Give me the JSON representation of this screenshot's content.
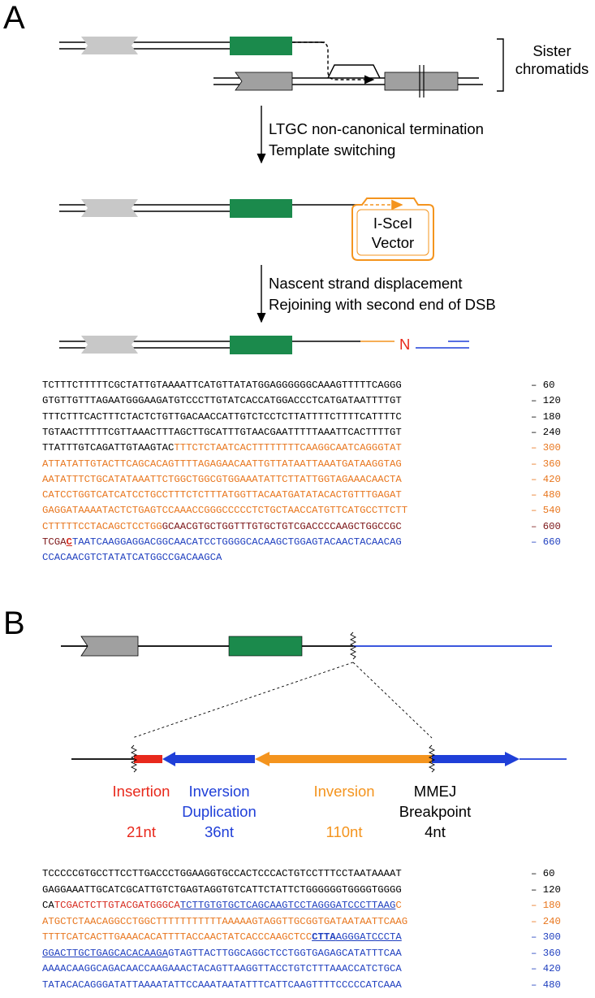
{
  "colors": {
    "green": "#1b8a4c",
    "gray_light": "#c8c8c8",
    "gray_mid": "#a0a0a0",
    "orange": "#f4941e",
    "blue": "#1f3fd8",
    "red": "#e8291c",
    "maroon": "#7b1416"
  },
  "panelA": {
    "letter": "A",
    "sister_label": [
      "Sister",
      "chromatids"
    ],
    "step1": [
      "LTGC non-canonical termination",
      "Template switching"
    ],
    "vector_label": [
      "I-SceI",
      "Vector"
    ],
    "step2": [
      "Nascent strand displacement",
      "Rejoining with second end of DSB"
    ],
    "n_label": "N",
    "sequence": [
      {
        "num": "– 60",
        "num_color": "k",
        "segments": [
          {
            "t": "TCTTTCTTTTTCGCTATTGTAAAATTCATGTTATATGGAGGGGGGCAAAGTTTTTCAGGG",
            "c": "k"
          }
        ]
      },
      {
        "num": "– 120",
        "num_color": "k",
        "segments": [
          {
            "t": "GTGTTGTTTAGAATGGGAAGATGTCCCTTGTATCACCATGGACCCTCATGATAATTTTGT",
            "c": "k"
          }
        ]
      },
      {
        "num": "– 180",
        "num_color": "k",
        "segments": [
          {
            "t": "TTTCTTTCACTTTCTACTCTGTTGACAACCATTGTCTCCTCTTATTTTCTTTTCATTTTC",
            "c": "k"
          }
        ]
      },
      {
        "num": "– 240",
        "num_color": "k",
        "segments": [
          {
            "t": "TGTAACTTTTTCGTTAAACTTTAGCTTGCATTTGTAACGAATTTTTAAATTCACTTTTGT",
            "c": "k"
          }
        ]
      },
      {
        "num": "– 300",
        "num_color": "o",
        "segments": [
          {
            "t": "TTATTTGTCAGATTGTAAGTAC",
            "c": "k"
          },
          {
            "t": "TTTCTCTAATCACTTTTTTTTCAAGGCAATCAGGGTAT",
            "c": "o"
          }
        ]
      },
      {
        "num": "– 360",
        "num_color": "o",
        "segments": [
          {
            "t": "ATTATATTGTACTTCAGCACAGTTTTAGAGAACAATTGTTATAATTAAATGATAAGGTAG",
            "c": "o"
          }
        ]
      },
      {
        "num": "– 420",
        "num_color": "o",
        "segments": [
          {
            "t": "AATATTTCTGCATATAAATTCTGGCTGGCGTGGAAATATTCTTATTGGTAGAAACAACTA",
            "c": "o"
          }
        ]
      },
      {
        "num": "– 480",
        "num_color": "o",
        "segments": [
          {
            "t": "CATCCTGGTCATCATCCTGCCTTTCTCTTTATGGTTACAATGATATACACTGTTTGAGAT",
            "c": "o"
          }
        ]
      },
      {
        "num": "– 540",
        "num_color": "o",
        "segments": [
          {
            "t": "GAGGATAAAATACTCTGAGTCCAAACCGGGCCCCCTCTGCTAACCATGTTCATGCCTTCTT",
            "c": "o"
          }
        ]
      },
      {
        "num": "– 600",
        "num_color": "m",
        "segments": [
          {
            "t": "CTTTTTCCTACAGCTCCTGG",
            "c": "o"
          },
          {
            "t": "GCAACGTGCTGGTTTGTGCTGTCGACCCCAAGCTGGCCGC",
            "c": "m"
          }
        ]
      },
      {
        "num": "– 660",
        "num_color": "b",
        "segments": [
          {
            "t": "TCGA",
            "c": "m"
          },
          {
            "t": "C",
            "c": "r bu"
          },
          {
            "t": "TAATCAAGGAGGACGGCAACATCCTGGGGCACAAGCTGGAGTACAACTACAACAG",
            "c": "b"
          }
        ]
      },
      {
        "num": "",
        "num_color": "b",
        "segments": [
          {
            "t": "CCACAACGTCTATATCATGGCCGACAAGCA",
            "c": "b"
          }
        ]
      }
    ]
  },
  "panelB": {
    "letter": "B",
    "labels": {
      "insertion": "Insertion",
      "inv_dup": [
        "Inversion",
        "Duplication"
      ],
      "inversion": "Inversion",
      "mmej": [
        "MMEJ",
        "Breakpoint"
      ],
      "len_ins": "21nt",
      "len_dup": "36nt",
      "len_inv": "110nt",
      "len_mmej": "4nt"
    },
    "sequence": [
      {
        "num": "– 60",
        "num_color": "k",
        "segments": [
          {
            "t": "TCCCCCGTGCCTTCCTTGACCCTGGAAGGTGCCACTCCCACTGTCCTTTCCTAATAAAAT",
            "c": "k"
          }
        ]
      },
      {
        "num": "– 120",
        "num_color": "k",
        "segments": [
          {
            "t": "GAGGAAATTGCATCGCATTGTCTGAGTAGGTGTCATTCTATTCTGGGGGGTGGGGTGGGG",
            "c": "k"
          }
        ]
      },
      {
        "num": "– 180",
        "num_color": "o",
        "segments": [
          {
            "t": "CA",
            "c": "k"
          },
          {
            "t": "TCGACTCTTGTACGATGGGCA",
            "c": "r"
          },
          {
            "t": "TCTTGTGTGCTCAGCAAGTCCTAGGGATCCCTTAAG",
            "c": "b u"
          },
          {
            "t": "C",
            "c": "o"
          }
        ]
      },
      {
        "num": "– 240",
        "num_color": "o",
        "segments": [
          {
            "t": "ATGCTCTAACAGGCCTGGCTTTTTTTTTTTAAAAAGTAGGTTGCGGTGATAATAATTCAAG",
            "c": "o"
          }
        ]
      },
      {
        "num": "– 300",
        "num_color": "b",
        "segments": [
          {
            "t": "TTTTCATCACTTGAAACACATTTTACCAACTATCACCCAAGCTCC",
            "c": "o"
          },
          {
            "t": "CTTA",
            "c": "b bu"
          },
          {
            "t": "AGGGATCCCTA",
            "c": "b u"
          }
        ]
      },
      {
        "num": "– 360",
        "num_color": "b",
        "segments": [
          {
            "t": "GGACTTGCTGAGCACACAAGA",
            "c": "b u"
          },
          {
            "t": "GTAGTTACTTGGCAGGCTCCTGGTGAGAGCATATTTCAA",
            "c": "b"
          }
        ]
      },
      {
        "num": "– 420",
        "num_color": "b",
        "segments": [
          {
            "t": "AAAACAAGGCAGACAACCAAGAAACTACAGTTAAGGTTACCTGTCTTTAAACCATCTGCA",
            "c": "b"
          }
        ]
      },
      {
        "num": "– 480",
        "num_color": "b",
        "segments": [
          {
            "t": "TATACACAGGGATATTAAAATATTCCAAATAATATTTCATTCAAGTTTTCCCCCATCAAA",
            "c": "b"
          }
        ]
      }
    ]
  }
}
